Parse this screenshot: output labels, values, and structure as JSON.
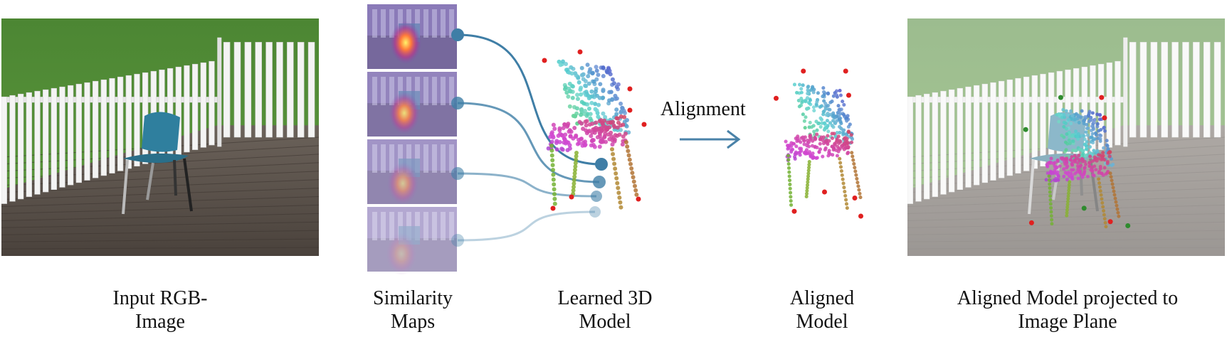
{
  "captions": {
    "input": [
      "Input RGB-",
      "Image"
    ],
    "similarity": [
      "Similarity",
      "Maps"
    ],
    "learned": [
      "Learned 3D",
      "Model"
    ],
    "aligned": [
      "Aligned",
      "Model"
    ],
    "projected": [
      "Aligned Model projected to",
      "Image Plane"
    ]
  },
  "alignment_label": "Alignment",
  "colors": {
    "grass": "#4f8a35",
    "fence": "#f2f2f2",
    "deck": "#5b5249",
    "chair_blue": "#2f7f9e",
    "connector": "#3f7ea6",
    "keypoint_red": "#e02020",
    "keypoint_green": "#2e8b2e",
    "arrow": "#4a82a8"
  },
  "icons": [
    "chair-photo",
    "heatmap-tile",
    "point-cloud",
    "right-arrow-icon"
  ]
}
